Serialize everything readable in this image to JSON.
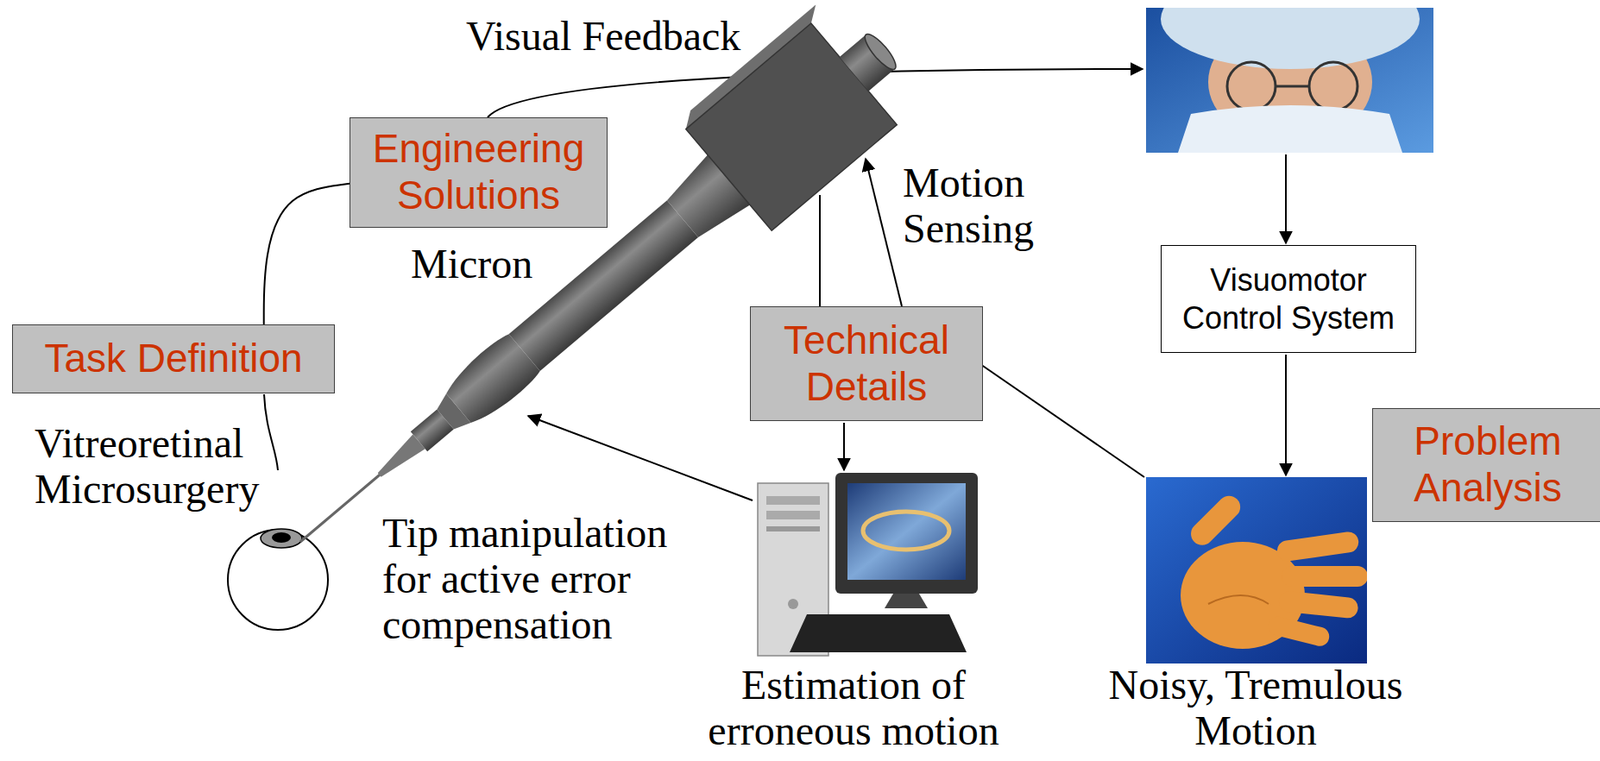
{
  "diagram": {
    "nodes": [
      {
        "text": [
          "Engineering Solutions"
        ]
      },
      {
        "text": [
          "Visuomotor Control System"
        ]
      },
      {
        "text": [
          "Technical Details"
        ]
      },
      {
        "text": [
          "Task Definition"
        ]
      },
      {
        "text": [
          "Problem Analysis"
        ]
      }
    ],
    "edges": [
      {
        "from": 3,
        "to": 0,
        "arrow": "none"
      }
    ],
    "labels": [
      "Visual Feedback",
      "Micron",
      "Motion Sensing",
      "Vitreoretinal Microsurgery",
      "Tip manipulation for active error compensation",
      "Estimation of erroneous motion",
      "Noisy, Tremulous Motion"
    ]
  }
}
